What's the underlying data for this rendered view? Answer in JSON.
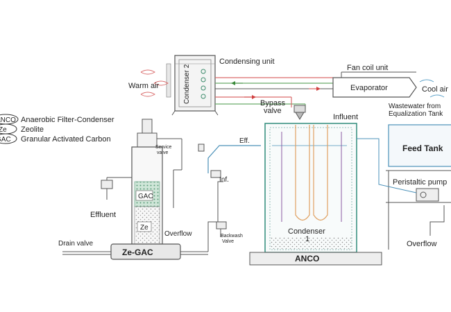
{
  "labels": {
    "condensing_unit": "Condensing unit",
    "fan_coil_unit": "Fan coil unit",
    "evaporator": "Evaporator",
    "warm_air": "Warm  air",
    "cool_air": "Cool  air",
    "condenser2": "Condenser 2",
    "bypass_valve_line1": "Bypass",
    "bypass_valve_line2": "valve",
    "influent": "Influent",
    "wastewater_line1": "Wastewater from",
    "wastewater_line2": "Equalization Tank",
    "feed_tank": "Feed Tank",
    "peristaltic_pump": "Peristaltic pump",
    "overflow_right": "Overflow",
    "overflow_left": "Overflow",
    "eff": "Eff.",
    "inf": "Inf.",
    "service_valve_line1": "Service",
    "service_valve_line2": "valve",
    "backwash_valve_line1": "Backwash",
    "backwash_valve_line2": "Valve",
    "condenser1_line1": "Condenser",
    "condenser1_line2": "1",
    "anco": "ANCO",
    "ze_gac": "Ze-GAC",
    "gac": "GAC",
    "ze": "Ze",
    "effluent": "Effluent",
    "drain_valve": "Drain  valve"
  },
  "legend": [
    {
      "abbr": "ANCO",
      "text": "Anaerobic Filter-Condenser"
    },
    {
      "abbr": "Ze",
      "text": "Zeolite"
    },
    {
      "abbr": "GAC",
      "text": "Granular Activated Carbon"
    }
  ],
  "colors": {
    "line": "#555555",
    "hot_line": "#d96a6a",
    "cold_line": "#6aaa6a",
    "pipe_blue": "#4a90b8",
    "tank_wall": "#2e8b7a",
    "arrow_orange": "#e0a060"
  }
}
